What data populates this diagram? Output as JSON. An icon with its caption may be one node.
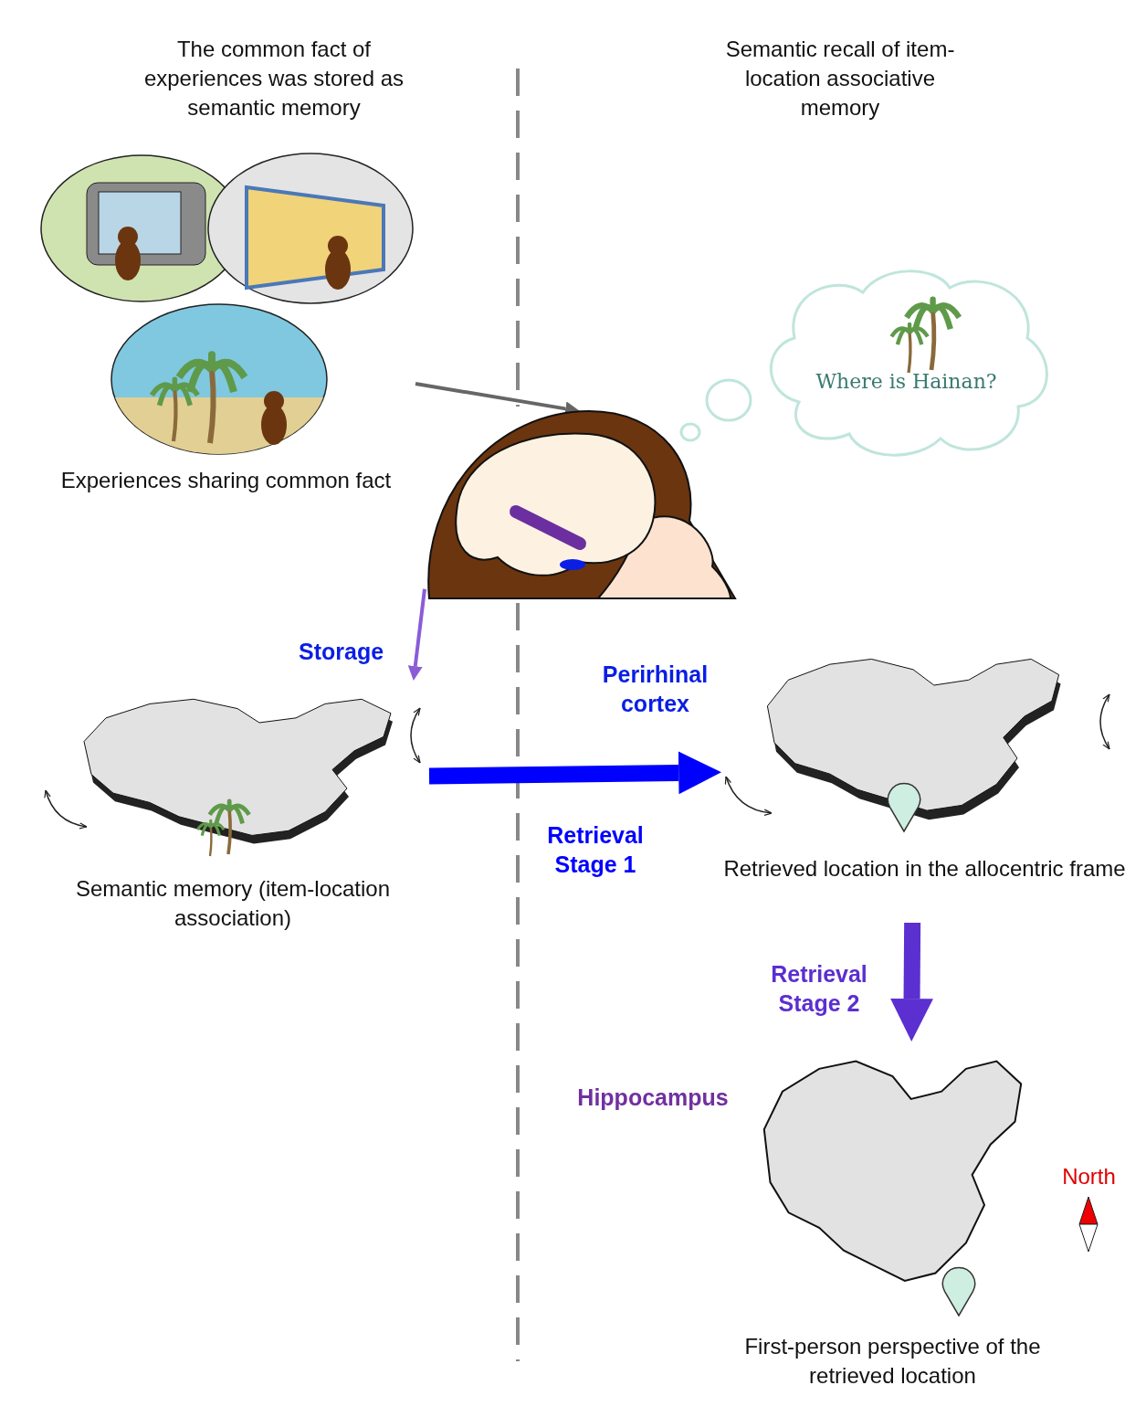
{
  "diagram": {
    "nodes": [
      {
        "text": [],
        "shape": "picture",
        "beside": [
          "Experiences sharing common fact"
        ]
      },
      {
        "text": [],
        "shape": "picture"
      },
      {
        "text": [],
        "shape": "picture",
        "beside": [
          "Semantic memory (item-location association)"
        ]
      },
      {
        "text": [],
        "shape": "picture",
        "beside": [
          "Retrieved location in the allocentric frame"
        ]
      },
      {
        "text": [],
        "shape": "picture",
        "beside": [
          "First-person perspective of the retrieved location"
        ]
      },
      {
        "text": [
          "Where is Hainan?"
        ]
      }
    ],
    "edges": [
      {
        "from": 0,
        "to": 1,
        "arrow": "to"
      },
      {
        "from": 1,
        "to": 2,
        "arrow": "to",
        "label": "Storage",
        "color": "#8a5cd8"
      },
      {
        "from": 2,
        "to": 3,
        "arrow": "to",
        "label": "Retrieval Stage 1",
        "style": "thick",
        "color": "#0000ff"
      },
      {
        "from": 3,
        "to": 4,
        "arrow": "to",
        "label": "Retrieval Stage 2",
        "style": "thick",
        "color": "#5b2fd0"
      }
    ],
    "labels": [
      "The common fact of experiences was stored as semantic memory",
      "Semantic recall of item-location associative memory",
      "Perirhinal cortex",
      "Hippocampus",
      "North"
    ]
  }
}
